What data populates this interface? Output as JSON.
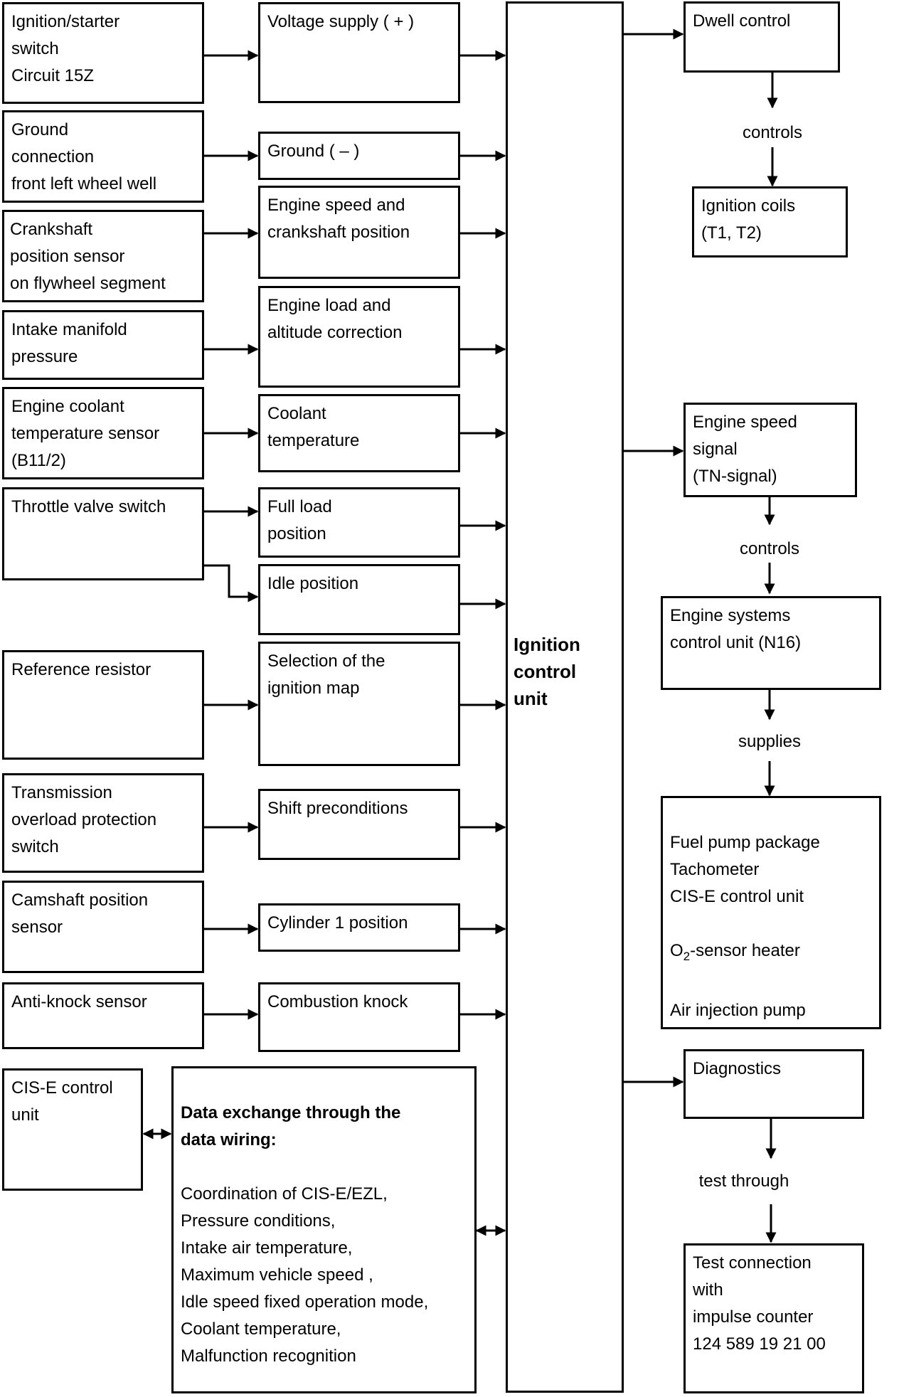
{
  "inputs": {
    "ignition_switch": "Ignition/starter\nswitch\nCircuit 15Z",
    "ground_connection": "Ground\nconnection\nfront left wheel well",
    "crankshaft_sensor": "Crankshaft\n position sensor\non flywheel segment",
    "intake_pressure": "Intake manifold\npressure",
    "coolant_sensor": "Engine coolant\ntemperature sensor\n(B11/2)",
    "throttle_switch": "Throttle valve switch",
    "reference_resistor": "Reference resistor",
    "transmission_switch": "Transmission\noverload protection\nswitch",
    "camshaft_sensor": "Camshaft position\nsensor",
    "antiknock_sensor": "Anti-knock sensor",
    "cis_e_unit": "CIS-E control\nunit"
  },
  "signals": {
    "voltage_supply": "Voltage supply ( + )",
    "ground": "Ground ( – )",
    "engine_speed": "Engine speed and\ncrankshaft position",
    "engine_load": "Engine load and\naltitude correction",
    "coolant_temp": "Coolant\ntemperature",
    "full_load": "Full load\n position",
    "idle_position": "Idle position",
    "ignition_map": "Selection of the\nignition map",
    "shift_preconditions": "Shift preconditions",
    "cylinder1": "Cylinder 1 position",
    "combustion_knock": "Combustion knock",
    "data_exchange_title": "Data exchange through the\ndata wiring:",
    "data_exchange_items": "Coordination of CIS-E/EZL,\nPressure conditions,\nIntake air temperature,\nMaximum vehicle speed ,\nIdle speed fixed operation mode,\nCoolant temperature,\nMalfunction recognition"
  },
  "ecu": {
    "label": "Ignition\ncontrol\n unit"
  },
  "outputs": {
    "dwell_control": "Dwell control",
    "controls_1": "controls",
    "ignition_coils": "Ignition coils\n(T1, T2)",
    "engine_speed_signal": "Engine speed\nsignal\n(TN-signal)",
    "controls_2": "controls",
    "engine_systems_unit": "Engine systems\ncontrol unit (N16)",
    "supplies": "supplies",
    "supplied_items_1": "Fuel pump package\nTachometer\nCIS-E control unit",
    "o2_prefix": "O",
    "o2_sub": "2",
    "o2_suffix": "-sensor heater",
    "supplied_items_2": "Air injection pump",
    "diagnostics": "Diagnostics",
    "test_through": "test through",
    "test_connection": "Test connection\n with\nimpulse counter\n124 589 19 21 00"
  }
}
